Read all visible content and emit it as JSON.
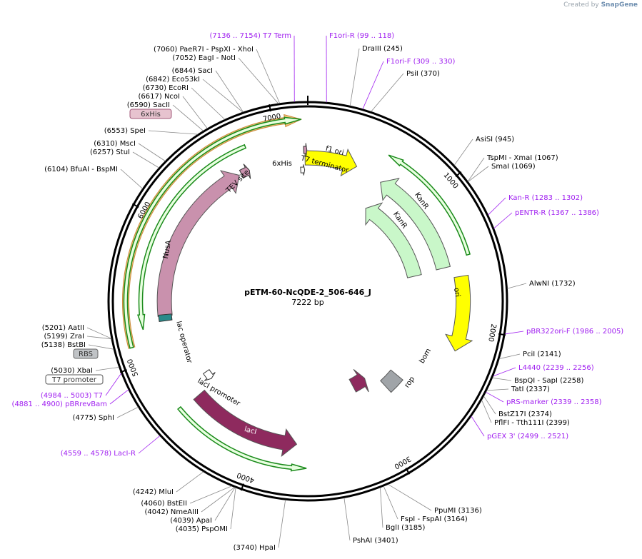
{
  "attribution": {
    "prefix": "Created by",
    "brand": "SnapGene"
  },
  "plasmid": {
    "name": "pETM-60-NcQDE-2_506-646_J",
    "length_label": "7222 bp",
    "length": 7222
  },
  "colors": {
    "enzyme": "#000000",
    "primer": "#a020f0",
    "kanr": "#c9f7c9",
    "ori": "#ffff00",
    "f1ori": "#ffff00",
    "laci": "#8e2a5e",
    "nusa": "#c991ad",
    "bom": "#a0a4a8",
    "orf": "#1a8a1a",
    "orf_outer": "#f0c27a"
  },
  "ticks": [
    {
      "pos": 1000,
      "label": "1000"
    },
    {
      "pos": 2000,
      "label": "2000"
    },
    {
      "pos": 3000,
      "label": "3000"
    },
    {
      "pos": 4000,
      "label": "4000"
    },
    {
      "pos": 5000,
      "label": "5000"
    },
    {
      "pos": 6000,
      "label": "6000"
    },
    {
      "pos": 7000,
      "label": "7000"
    }
  ],
  "enzymes_left": [
    {
      "text": "(7060) PaeR7I  - PspXI  - XhoI",
      "pos": 7060
    },
    {
      "text": "(7052) EagI  - NotI",
      "pos": 7052
    },
    {
      "text": "(6844) SacI",
      "pos": 6844
    },
    {
      "text": "(6842) Eco53kI",
      "pos": 6842
    },
    {
      "text": "(6730) EcoRI",
      "pos": 6730
    },
    {
      "text": "(6617) NcoI",
      "pos": 6617
    },
    {
      "text": "(6590) SacII",
      "pos": 6590
    },
    {
      "text": "(6553) SpeI",
      "pos": 6553
    },
    {
      "text": "(6310) MscI",
      "pos": 6310
    },
    {
      "text": "(6257) StuI",
      "pos": 6257
    },
    {
      "text": "(6104) BfuAI  - BspMI",
      "pos": 6104
    },
    {
      "text": "(5201) AatII",
      "pos": 5201
    },
    {
      "text": "(5199) ZraI",
      "pos": 5199
    },
    {
      "text": "(5138) BstBI",
      "pos": 5138
    },
    {
      "text": "(5030) XbaI",
      "pos": 5030
    },
    {
      "text": "(4775) SphI",
      "pos": 4775
    },
    {
      "text": "(4242) MluI",
      "pos": 4242
    },
    {
      "text": "(4060) BstEII",
      "pos": 4060
    },
    {
      "text": "(4042) NmeAIII",
      "pos": 4042
    },
    {
      "text": "(4039) ApaI",
      "pos": 4039
    },
    {
      "text": "(4035) PspOMI",
      "pos": 4035
    },
    {
      "text": "(3740) HpaI",
      "pos": 3740
    }
  ],
  "enzymes_right": [
    {
      "text": "DraIII  (245)",
      "pos": 245
    },
    {
      "text": "PsiI  (370)",
      "pos": 370
    },
    {
      "text": "AsiSI  (945)",
      "pos": 945
    },
    {
      "text": "TspMI  - XmaI  (1067)",
      "pos": 1067
    },
    {
      "text": "SmaI  (1069)",
      "pos": 1069
    },
    {
      "text": "AlwNI  (1732)",
      "pos": 1732
    },
    {
      "text": "PciI  (2141)",
      "pos": 2141
    },
    {
      "text": "BspQI  - SapI  (2258)",
      "pos": 2258
    },
    {
      "text": "TatI  (2337)",
      "pos": 2337
    },
    {
      "text": "BstZ17I  (2374)",
      "pos": 2374
    },
    {
      "text": "PflFI  - Tth111I  (2399)",
      "pos": 2399
    },
    {
      "text": "PpuMI  (3136)",
      "pos": 3136
    },
    {
      "text": "FspI  - FspAI  (3164)",
      "pos": 3164
    },
    {
      "text": "BglI  (3185)",
      "pos": 3185
    },
    {
      "text": "PshAI  (3401)",
      "pos": 3401
    }
  ],
  "primers": [
    {
      "text": "(7136 .. 7154)  T7 Term",
      "pos": 7145
    },
    {
      "text": "F1ori-R  (99 .. 118)",
      "pos": 108
    },
    {
      "text": "F1ori-F  (309 .. 330)",
      "pos": 320
    },
    {
      "text": "Kan-R  (1283 .. 1302)",
      "pos": 1292
    },
    {
      "text": "pENTR-R  (1367 .. 1386)",
      "pos": 1376
    },
    {
      "text": "pBR322ori-F  (1986 .. 2005)",
      "pos": 1995
    },
    {
      "text": "L4440  (2239 .. 2256)",
      "pos": 2247
    },
    {
      "text": "pRS-marker  (2339 .. 2358)",
      "pos": 2348
    },
    {
      "text": "pGEX 3'  (2499 .. 2521)",
      "pos": 2510
    },
    {
      "text": "(4984 .. 5003)  T7",
      "pos": 4993
    },
    {
      "text": "(4881 .. 4900)  pBRrevBam",
      "pos": 4890
    },
    {
      "text": "(4559 .. 4578)  LacI-R",
      "pos": 4568
    }
  ],
  "boxed_labels": [
    {
      "text": "6xHis",
      "style": "pink"
    },
    {
      "text": "RBS",
      "style": "gray"
    },
    {
      "text": "T7 promoter",
      "style": "white"
    }
  ],
  "features": [
    {
      "name": "f1 ori",
      "start": 7200,
      "end": 400,
      "ring": 0.72,
      "type": "arrow",
      "color": "#ffff00"
    },
    {
      "name": "KanR",
      "start": 1530,
      "end": 630,
      "ring": 0.7,
      "type": "arrow",
      "color": "#c9f7c9"
    },
    {
      "name": "KanR",
      "start": 1540,
      "end": 640,
      "ring": 0.55,
      "type": "arrow",
      "color": "#c9f7c9"
    },
    {
      "name": "ori",
      "start": 1620,
      "end": 2180,
      "ring": 0.78,
      "type": "arrow",
      "color": "#ffff00"
    },
    {
      "name": "bom",
      "start": 2600,
      "end": 2760,
      "ring": 0.58,
      "type": "box",
      "color": "#a0a4a8"
    },
    {
      "name": "rop",
      "start": 3050,
      "end": 2880,
      "ring": 0.48,
      "type": "arrow",
      "color": "#8e2a5e"
    },
    {
      "name": "lacI",
      "start": 4600,
      "end": 3700,
      "ring": 0.72,
      "type": "arrow",
      "color": "#8e2a5e"
    },
    {
      "name": "NusA",
      "start": 5300,
      "end": 6650,
      "ring": 0.72,
      "type": "arrow",
      "color": "#c991ad"
    }
  ],
  "feature_labels": {
    "f1ori": "f1 ori",
    "t7term": "T7 terminator",
    "sixhis": "6xHis",
    "tev": "TEV site",
    "nusa": "NusA",
    "lacop": "lac operator",
    "laciprom": "lacI promoter",
    "laci": "lacI",
    "rop": "rop",
    "bom": "bom",
    "ori": "ori",
    "kanr1": "KanR",
    "kanr2": "KanR"
  }
}
